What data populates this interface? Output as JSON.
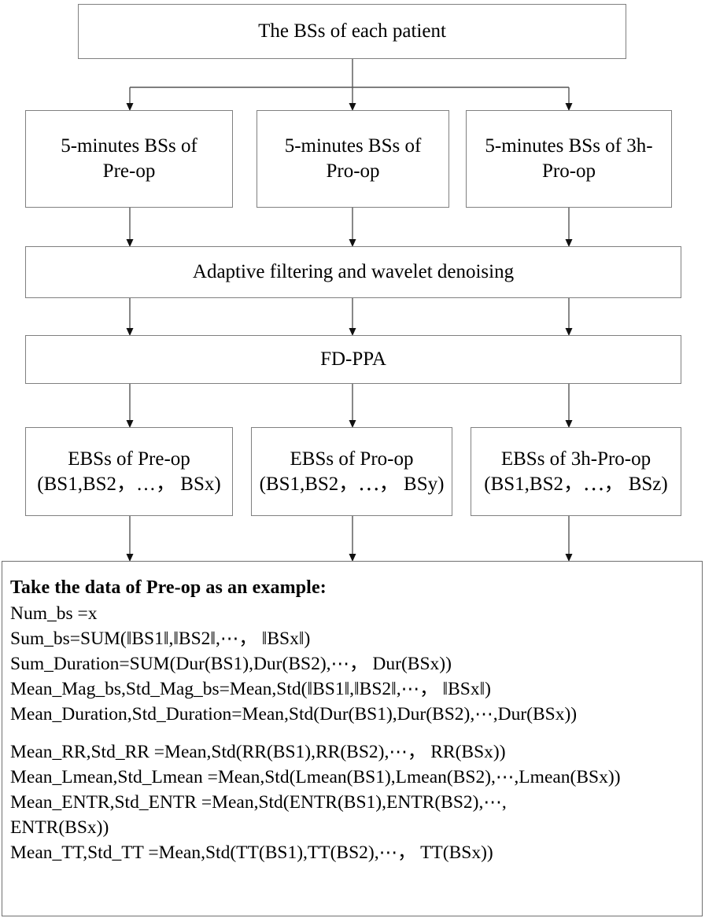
{
  "diagram": {
    "title": "The BSs of each patient",
    "root": {
      "label": "The BSs of each patient"
    },
    "raw_row": [
      {
        "label": "5-minutes BSs of\nPre-op"
      },
      {
        "label": "5-minutes BSs of\nPro-op"
      },
      {
        "label": "5-minutes BSs of 3h-\nPro-op"
      }
    ],
    "process_row": [
      {
        "label": "Adaptive filtering and wavelet denoising"
      },
      {
        "label": "FD-PPA"
      }
    ],
    "ebs_row": [
      {
        "label": "EBSs of Pre-op\n(BS1,BS2，…， BSx)"
      },
      {
        "label": "EBSs of Pro-op\n(BS1,BS2，⋯， BSy)"
      },
      {
        "label": "EBSs of 3h-Pro-op\n(BS1,BS2，⋯， BSz)"
      }
    ],
    "formulas": {
      "title": "Take the  data of Pre-op as an example:",
      "lines": [
        "Num_bs =x",
        "Sum_bs=SUM(‖BS1‖,‖BS2‖,⋯， ‖BSx‖)",
        "Sum_Duration=SUM(Dur(BS1),Dur(BS2),⋯， Dur(BSx))",
        "Mean_Mag_bs,Std_Mag_bs=Mean,Std(‖BS1‖,‖BS2‖,⋯， ‖BSx‖)",
        "Mean_Duration,Std_Duration=Mean,Std(Dur(BS1),Dur(BS2),⋯,Dur(BSx))",
        "",
        "Mean_RR,Std_RR =Mean,Std(RR(BS1),RR(BS2),⋯， RR(BSx))",
        "Mean_Lmean,Std_Lmean =Mean,Std(Lmean(BS1),Lmean(BS2),⋯,Lmean(BSx))",
        "Mean_ENTR,Std_ENTR =Mean,Std(ENTR(BS1),ENTR(BS2),⋯,",
        "ENTR(BSx))",
        "Mean_TT,Std_TT =Mean,Std(TT(BS1),TT(BS2),⋯， TT(BSx))"
      ]
    },
    "colors": {
      "box_border": "#808080",
      "connector": "#1a1a1a",
      "text": "#000000",
      "background": "#ffffff"
    }
  }
}
